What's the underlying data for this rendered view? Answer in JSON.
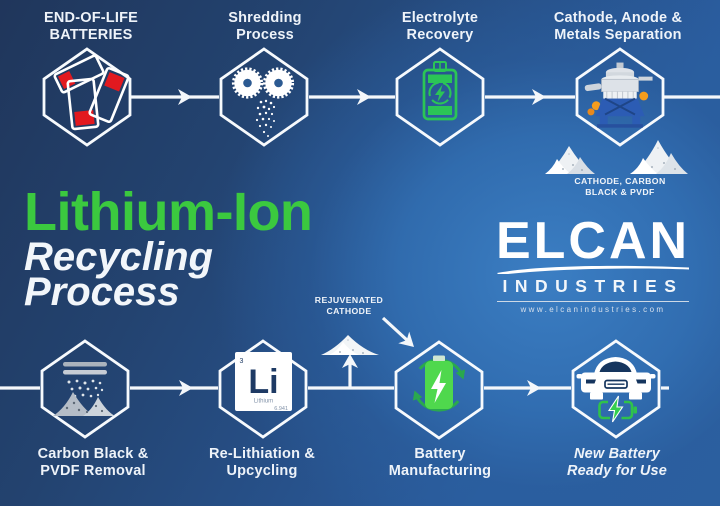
{
  "title": {
    "line1": "Lithium-Ion",
    "line2": "Recycling",
    "line3": "Process",
    "accent_color": "#3bc93f"
  },
  "logo": {
    "brand": "ELCAN",
    "division": "INDUSTRIES",
    "website": "www.elcanindustries.com"
  },
  "stages_top": [
    {
      "label1": "END-OF-LIFE",
      "label2": "BATTERIES",
      "icon": "end-of-life-batteries-icon"
    },
    {
      "label1": "Shredding",
      "label2": "Process",
      "icon": "shredder-icon"
    },
    {
      "label1": "Electrolyte",
      "label2": "Recovery",
      "icon": "electrolyte-battery-icon"
    },
    {
      "label1": "Cathode, Anode &",
      "label2": "Metals Separation",
      "icon": "separation-machine-icon",
      "output1": "CATHODE, CARBON",
      "output2": "BLACK & PVDF"
    }
  ],
  "stages_bottom": [
    {
      "label1": "Carbon Black &",
      "label2": "PVDF Removal",
      "icon": "powder-sieve-icon"
    },
    {
      "label1": "Re-Lithiation &",
      "label2": "Upcycling",
      "icon": "lithium-element-icon",
      "element": {
        "number": "3",
        "symbol": "Li",
        "name": "Lithium",
        "mass": "6.941"
      }
    },
    {
      "label1": "Battery",
      "label2": "Manufacturing",
      "icon": "green-battery-icon"
    },
    {
      "label1": "New Battery",
      "label2": "Ready for Use",
      "icon": "electric-car-icon"
    }
  ],
  "callout": {
    "line1": "REJUVENATED",
    "line2": "CATHODE"
  },
  "colors": {
    "green_accent": "#3bc93f",
    "icon_green": "#2bc556",
    "battery_green": "#4fd84d",
    "battery_red": "#e2191f",
    "hex_stroke": "#f7fafd",
    "machine_orange": "#f59d1e",
    "machine_blue": "#2c5cb4"
  }
}
